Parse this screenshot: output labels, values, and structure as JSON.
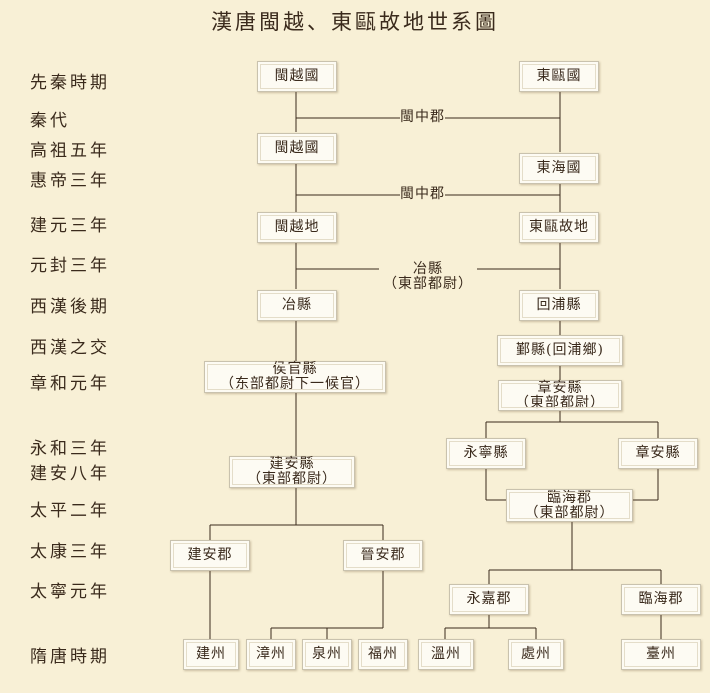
{
  "title": "漢唐閩越、東甌故地世系圖",
  "periods": [
    "先秦時期",
    "秦代",
    "高祖五年",
    "惠帝三年",
    "建元三年",
    "元封三年",
    "西漢後期",
    "西漢之交",
    "章和元年",
    "永和三年",
    "建安八年",
    "太平二年",
    "太康三年",
    "太寧元年",
    "隋唐時期"
  ],
  "nodes": {
    "minyue_guo_1": "閩越國",
    "dongou_guo": "東甌國",
    "minyue_guo_2": "閩越國",
    "donghai_guo": "東海國",
    "minyue_di": "閩越地",
    "dongou_gudi": "東甌故地",
    "ye_xian": "冶縣",
    "huipu_xian": "回浦縣",
    "yin_xian": "鄞縣(回浦鄉)",
    "houguan_xian": [
      "侯官縣",
      "（东部都尉下一候官）"
    ],
    "zhangan_xian_1": [
      "章安縣",
      "（東部都尉）"
    ],
    "yongning_xian": "永寧縣",
    "zhangan_xian_2": "章安縣",
    "jianan_xian": [
      "建安縣",
      "（東部都尉）"
    ],
    "linhai_jun_1": [
      "臨海郡",
      "（東部都尉）"
    ],
    "jianan_jun": "建安郡",
    "jinan_jun": "晉安郡",
    "yongjia_jun": "永嘉郡",
    "linhai_jun_2": "臨海郡",
    "jian_zhou": "建州",
    "zhang_zhou": "漳州",
    "quan_zhou": "泉州",
    "fu_zhou": "福州",
    "wen_zhou": "溫州",
    "chu_zhou": "處州",
    "tai_zhou": "臺州"
  },
  "labels": {
    "minzhong_jun_1": "閩中郡",
    "minzhong_jun_2": "閩中郡",
    "ye_xian_mid": [
      "冶縣",
      "（東部都尉）"
    ]
  }
}
